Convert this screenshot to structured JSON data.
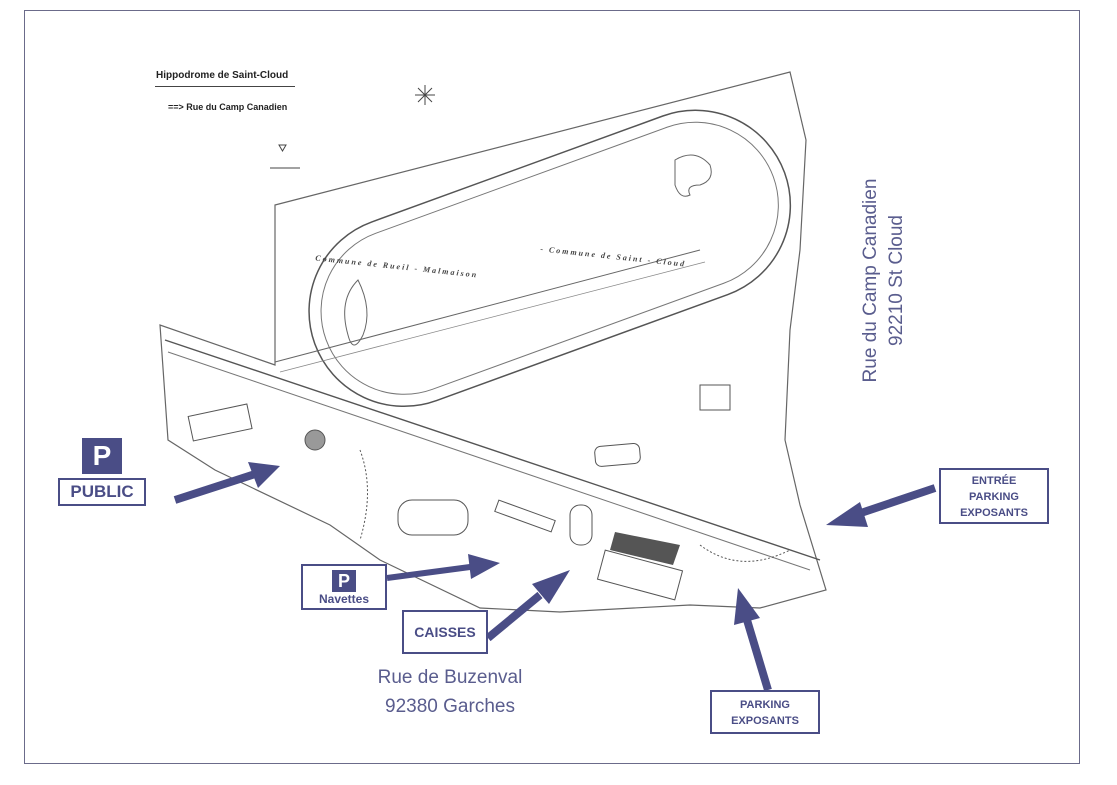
{
  "map": {
    "title": "Hippodrome de Saint-Cloud",
    "subtitle": "==> Rue du Camp Canadien",
    "commune_left": "Commune   de   Rueil - Malmaison",
    "commune_right": "- Commune   de   Saint - Cloud"
  },
  "labels": {
    "parking_public_symbol": "P",
    "parking_public": "PUBLIC",
    "parking_navettes_symbol": "P",
    "parking_navettes": "Navettes",
    "caisses": "CAISSES",
    "entree_parking_line1": "ENTRÉE",
    "entree_parking_line2": "PARKING",
    "entree_parking_line3": "EXPOSANTS",
    "parking_exposants_line1": "PARKING",
    "parking_exposants_line2": "EXPOSANTS"
  },
  "addresses": {
    "buzenval_street": "Rue de Buzenval",
    "buzenval_city": "92380 Garches",
    "camp_street": "Rue du Camp Canadien",
    "camp_city": "92210 St Cloud"
  },
  "colors": {
    "accent": "#4a4d86",
    "address_text": "#5a5d8e",
    "map_lines": "#555555"
  }
}
